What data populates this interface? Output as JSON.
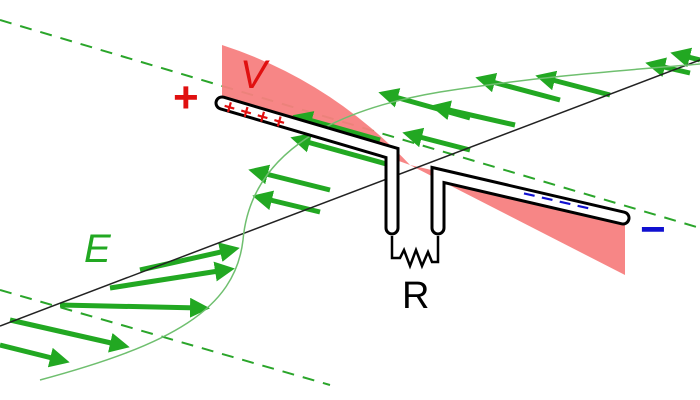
{
  "labels": {
    "voltage": "V",
    "field": "E",
    "resistor": "R",
    "positive_terminal": "+",
    "negative_terminal": "−",
    "positive_charges": "+ + + +",
    "negative_charges": "– – – –"
  },
  "colors": {
    "field": "#22a822",
    "field_line": "#5cb85c",
    "voltage_fill": "#f78080",
    "positive": "#e01010",
    "negative": "#1010d0",
    "wire": "#000000"
  }
}
